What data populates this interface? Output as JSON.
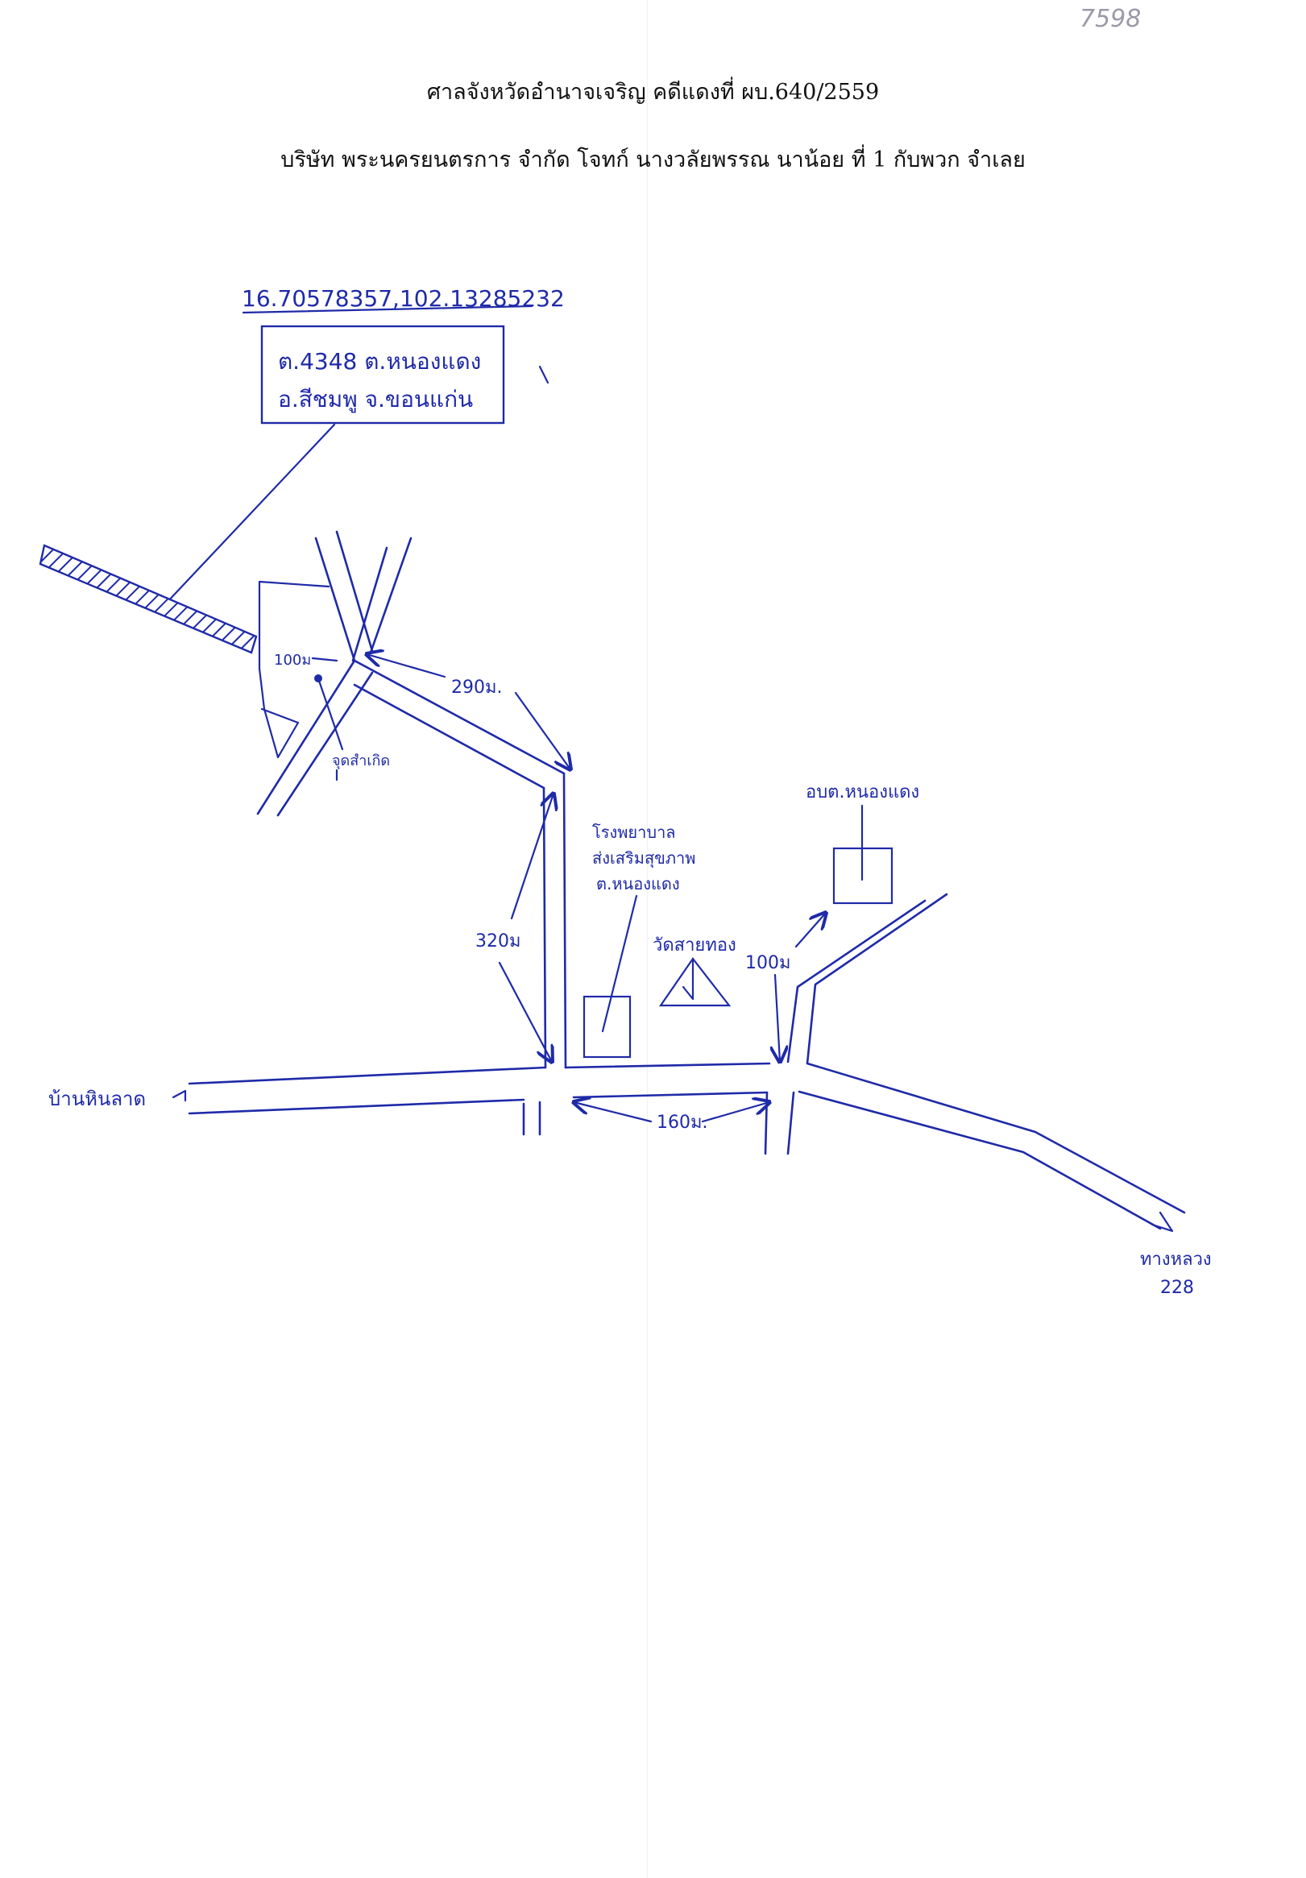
{
  "header": {
    "court_line": "ศาลจังหวัดอำนาจเจริญ คดีแดงที่ ผบ.640/2559",
    "parties_line": "บริษัท พระนครยนตรการ จำกัด โจทก์ นางวลัยพรรณ นาน้อย ที่ 1 กับพวก จำเลย"
  },
  "corner_note": "7598",
  "map": {
    "coordinates": "16.70578357,102.13285232",
    "location_box": {
      "line1": "ต.4348 ต.หนองแดง",
      "line2": "อ.สีชมพู จ.ขอนแก่น"
    },
    "distances": {
      "d100_top": "100ม",
      "d290": "290ม.",
      "d320": "320ม",
      "d160": "160ม.",
      "d100_right": "100ม"
    },
    "landmarks": {
      "dot_label": "จุดสำเกิด",
      "school_line1": "โรงพยาบาล",
      "school_line2": "ส่งเสริมสุขภาพ",
      "school_line3": "ต.หนองแดง",
      "temple": "วัดสายทอง",
      "office": "อบต.หนองแดง"
    },
    "directions": {
      "west": "บ้านหินลาด",
      "east_line1": "ทางหลวง",
      "east_line2": "228"
    },
    "ink_color": "#1f2aa8"
  }
}
